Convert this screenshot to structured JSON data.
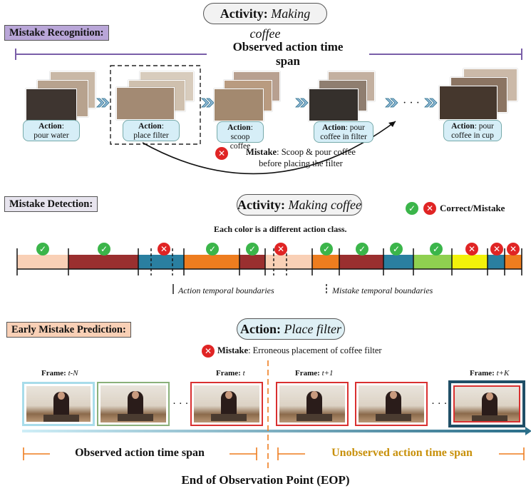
{
  "colors": {
    "purple": "#7a5ea8",
    "green_ok": "#3bb54a",
    "red_mistake": "#e02424",
    "orange_line": "#ee7d1f",
    "gold_text": "#c8900a",
    "teal_arrow": "#2b6f8a"
  },
  "top": {
    "activity_label": "Activity:",
    "activity_value": "Making coffee",
    "section_title": "Mistake Recognition:",
    "span_label_line1": "Observed action time",
    "span_label_line2": "span",
    "actions": [
      {
        "label": "Action",
        "suffix": ":",
        "value": "pour water"
      },
      {
        "label": "Action",
        "suffix": ":",
        "value": "place filter"
      },
      {
        "label": "Action",
        "suffix": ": scoop",
        "value": "coffee"
      },
      {
        "label": "Action",
        "suffix": ": pour",
        "value": "coffee in filter"
      },
      {
        "label": "Action",
        "suffix": ": pour",
        "value": "coffee in cup"
      }
    ],
    "ellipsis": "· · ·",
    "mistake_label": "Mistake",
    "mistake_text_line1": ": Scoop & pour coffee",
    "mistake_text_line2": "before placing the filter"
  },
  "middle": {
    "section_title": "Mistake Detection:",
    "activity_label": "Activity:",
    "activity_value": "Making coffee",
    "legend_text": "Correct/Mistake",
    "caption": "Each color is a different action class.",
    "boundary_action": "Action temporal boundaries",
    "boundary_mistake": "Mistake temporal boundaries"
  },
  "bottom": {
    "section_title": "Early Mistake Prediction:",
    "action_label": "Action:",
    "action_value": "Place filter",
    "mistake_label": "Mistake",
    "mistake_text": ": Erroneous placement of coffee filter",
    "frame_labels": [
      {
        "prefix": "Frame:",
        "value": "t-N"
      },
      {
        "prefix": "Frame:",
        "value": "t"
      },
      {
        "prefix": "Frame:",
        "value": "t+1"
      },
      {
        "prefix": "Frame:",
        "value": "t+K"
      }
    ],
    "ellipsis": "· · ·",
    "observed": "Observed action time span",
    "unobserved": "Unobserved action time span",
    "eop": "End of Observation Point (EOP)"
  }
}
